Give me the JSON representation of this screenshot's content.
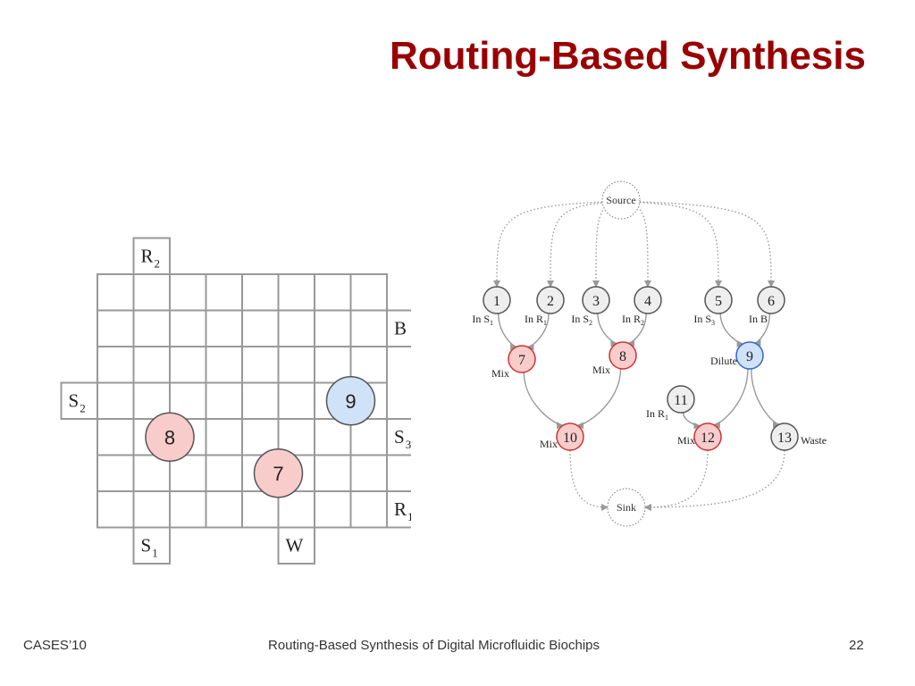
{
  "slide": {
    "title": "Routing-Based Synthesis",
    "footer_left": "CASES’10",
    "footer_center": "Routing-Based Synthesis of Digital Microfluidic Biochips",
    "page_number": "22"
  },
  "colors": {
    "title": "#990000",
    "mix_fill": "#f9cccc",
    "mix_stroke": "#cc3333",
    "dilute_fill": "#cfe2f8",
    "dilute_stroke": "#3366cc",
    "neutral_fill": "#eeeeee",
    "neutral_stroke": "#555555",
    "grid_line": "#999999",
    "edge": "#999999"
  },
  "grid": {
    "cols": 8,
    "rows": 7,
    "ports": [
      {
        "id": "R2",
        "letter": "R",
        "sub": "2",
        "side": "top",
        "pos": 1
      },
      {
        "id": "B",
        "letter": "B",
        "sub": "",
        "side": "right",
        "pos": 1
      },
      {
        "id": "S2",
        "letter": "S",
        "sub": "2",
        "side": "left",
        "pos": 3
      },
      {
        "id": "S3",
        "letter": "S",
        "sub": "3",
        "side": "right",
        "pos": 4
      },
      {
        "id": "R1",
        "letter": "R",
        "sub": "1",
        "side": "right",
        "pos": 6
      },
      {
        "id": "S1",
        "letter": "S",
        "sub": "1",
        "side": "bottom",
        "pos": 1
      },
      {
        "id": "W",
        "letter": "W",
        "sub": "",
        "side": "bottom",
        "pos": 5
      }
    ],
    "droplets": [
      {
        "label": "9",
        "col": 6.5,
        "row": 3,
        "type": "dilute"
      },
      {
        "label": "8",
        "col": 1.5,
        "row": 4,
        "type": "mix"
      },
      {
        "label": "7",
        "col": 4.5,
        "row": 5,
        "type": "mix"
      }
    ]
  },
  "graph": {
    "nodes": [
      {
        "id": "source",
        "label": "Source",
        "type": "terminal"
      },
      {
        "id": "1",
        "label": "1",
        "type": "input",
        "op_prefix": "In S",
        "op_sub": "1"
      },
      {
        "id": "2",
        "label": "2",
        "type": "input",
        "op_prefix": "In R",
        "op_sub": "1"
      },
      {
        "id": "3",
        "label": "3",
        "type": "input",
        "op_prefix": "In S",
        "op_sub": "2"
      },
      {
        "id": "4",
        "label": "4",
        "type": "input",
        "op_prefix": "In R",
        "op_sub": "2"
      },
      {
        "id": "5",
        "label": "5",
        "type": "input",
        "op_prefix": "In S",
        "op_sub": "3"
      },
      {
        "id": "6",
        "label": "6",
        "type": "input",
        "op_prefix": "In B",
        "op_sub": ""
      },
      {
        "id": "7",
        "label": "7",
        "type": "mix",
        "op_prefix": "Mix",
        "op_sub": ""
      },
      {
        "id": "8",
        "label": "8",
        "type": "mix",
        "op_prefix": "Mix",
        "op_sub": ""
      },
      {
        "id": "9",
        "label": "9",
        "type": "dilute",
        "op_prefix": "Dilute",
        "op_sub": ""
      },
      {
        "id": "10",
        "label": "10",
        "type": "mix",
        "op_prefix": "Mix",
        "op_sub": ""
      },
      {
        "id": "11",
        "label": "11",
        "type": "input",
        "op_prefix": "In R",
        "op_sub": "1"
      },
      {
        "id": "12",
        "label": "12",
        "type": "mix",
        "op_prefix": "Mix",
        "op_sub": ""
      },
      {
        "id": "13",
        "label": "13",
        "type": "input",
        "op_prefix": "Waste",
        "op_sub": ""
      },
      {
        "id": "sink",
        "label": "Sink",
        "type": "terminal"
      }
    ],
    "edges": [
      {
        "from": "source",
        "to": "1",
        "style": "dotted"
      },
      {
        "from": "source",
        "to": "2",
        "style": "dotted"
      },
      {
        "from": "source",
        "to": "3",
        "style": "dotted"
      },
      {
        "from": "source",
        "to": "4",
        "style": "dotted"
      },
      {
        "from": "source",
        "to": "5",
        "style": "dotted"
      },
      {
        "from": "source",
        "to": "6",
        "style": "dotted"
      },
      {
        "from": "1",
        "to": "7",
        "style": "solid"
      },
      {
        "from": "2",
        "to": "7",
        "style": "solid"
      },
      {
        "from": "3",
        "to": "8",
        "style": "solid"
      },
      {
        "from": "4",
        "to": "8",
        "style": "solid"
      },
      {
        "from": "5",
        "to": "9",
        "style": "solid"
      },
      {
        "from": "6",
        "to": "9",
        "style": "solid"
      },
      {
        "from": "7",
        "to": "10",
        "style": "solid"
      },
      {
        "from": "8",
        "to": "10",
        "style": "solid"
      },
      {
        "from": "9",
        "to": "12",
        "style": "solid"
      },
      {
        "from": "11",
        "to": "12",
        "style": "solid"
      },
      {
        "from": "9",
        "to": "13",
        "style": "solid"
      },
      {
        "from": "10",
        "to": "sink",
        "style": "dotted"
      },
      {
        "from": "12",
        "to": "sink",
        "style": "dotted"
      },
      {
        "from": "13",
        "to": "sink",
        "style": "dotted"
      }
    ]
  }
}
